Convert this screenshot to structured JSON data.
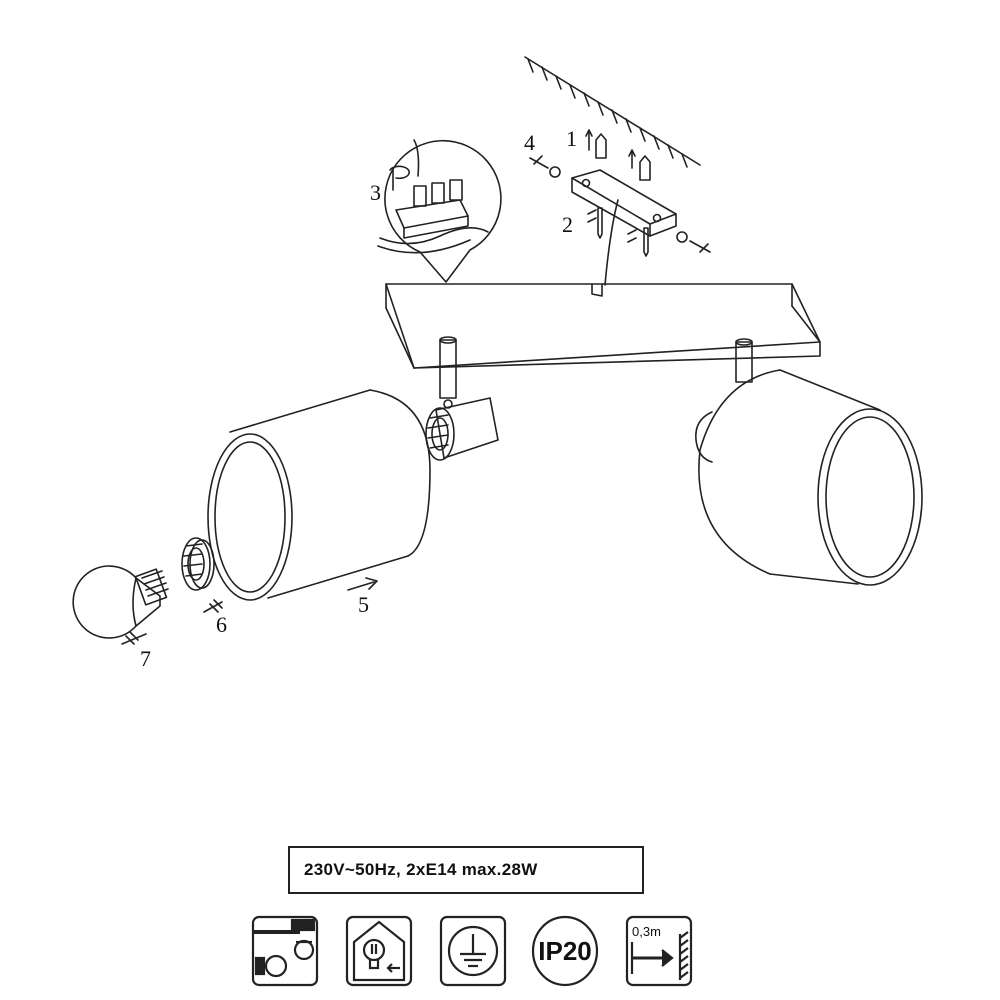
{
  "steps": {
    "s1": "1",
    "s2": "2",
    "s3": "3",
    "s4": "4",
    "s5": "5",
    "s6": "6",
    "s7": "7"
  },
  "spec": {
    "text": "230V~50Hz, 2xE14 max.28W"
  },
  "symbols": {
    "ip_rating": "IP20",
    "min_distance": "0,3m"
  }
}
